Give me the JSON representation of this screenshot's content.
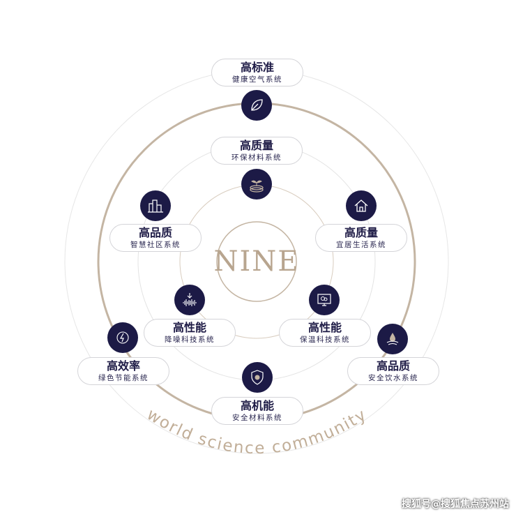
{
  "center": {
    "logo": "NINE"
  },
  "tagline": "world science community",
  "watermark": "搜狐号@搜狐焦点苏州站",
  "colors": {
    "navy": "#1c1a46",
    "gold": "#b8a58f",
    "gray_ring": "#e3e3e3"
  },
  "items": [
    {
      "key": "top",
      "title": "高标准",
      "subtitle": "健康空气系统",
      "icon": "leaf-icon"
    },
    {
      "key": "upper",
      "title": "高质量",
      "subtitle": "环保材料系统",
      "icon": "sprout-icon"
    },
    {
      "key": "left",
      "title": "高品质",
      "subtitle": "智慧社区系统",
      "icon": "buildings-icon"
    },
    {
      "key": "right",
      "title": "高质量",
      "subtitle": "宜居生活系统",
      "icon": "house-icon"
    },
    {
      "key": "midleft",
      "title": "高性能",
      "subtitle": "降噪科技系统",
      "icon": "soundwave-icon"
    },
    {
      "key": "midright",
      "title": "高性能",
      "subtitle": "保温科技系统",
      "icon": "thermostat-icon"
    },
    {
      "key": "farleft",
      "title": "高效率",
      "subtitle": "绿色节能系统",
      "icon": "energy-icon"
    },
    {
      "key": "farright",
      "title": "高品质",
      "subtitle": "安全饮水系统",
      "icon": "water-drop-icon"
    },
    {
      "key": "bottom",
      "title": "高机能",
      "subtitle": "安全材料系统",
      "icon": "shield-icon"
    }
  ]
}
